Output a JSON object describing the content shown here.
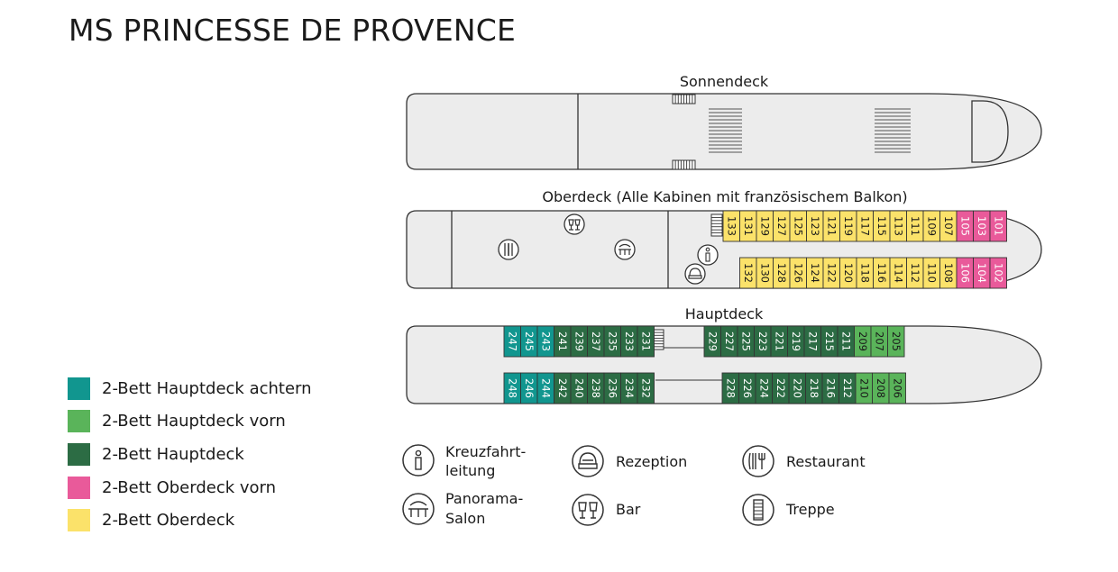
{
  "title": "MS PRINCESSE DE PROVENCE",
  "colors": {
    "aft": "#11968f",
    "front": "#5ab45a",
    "main": "#2c6c44",
    "upper_front": "#e95a9a",
    "upper": "#fbe26a",
    "hull": "#ececec",
    "outline": "#333333"
  },
  "decks": {
    "sonnendeck": "Sonnendeck",
    "oberdeck": "Oberdeck (Alle Kabinen mit französischem Balkon)",
    "hauptdeck": "Hauptdeck"
  },
  "cabins": {
    "ober_top": [
      "133",
      "131",
      "129",
      "127",
      "125",
      "123",
      "121",
      "119",
      "117",
      "115",
      "113",
      "111",
      "109",
      "107",
      "105",
      "103",
      "101"
    ],
    "ober_bottom": [
      "132",
      "130",
      "128",
      "126",
      "124",
      "122",
      "120",
      "118",
      "116",
      "114",
      "112",
      "110",
      "108",
      "106",
      "104",
      "102"
    ],
    "haupt_top_left": [
      "247",
      "245",
      "243",
      "241",
      "239",
      "237",
      "235",
      "233",
      "231"
    ],
    "haupt_top_right": [
      "229",
      "227",
      "225",
      "223",
      "221",
      "219",
      "217",
      "215",
      "211",
      "209",
      "207",
      "205"
    ],
    "haupt_bottom_left": [
      "248",
      "246",
      "244",
      "242",
      "240",
      "238",
      "236",
      "234",
      "232"
    ],
    "haupt_bottom_right": [
      "228",
      "226",
      "224",
      "222",
      "220",
      "218",
      "216",
      "212",
      "210",
      "208",
      "206"
    ]
  },
  "legend": [
    {
      "label": "2-Bett Hauptdeck achtern",
      "color": "#11968f"
    },
    {
      "label": "2-Bett Hauptdeck vorn",
      "color": "#5ab45a"
    },
    {
      "label": "2-Bett Hauptdeck",
      "color": "#2c6c44"
    },
    {
      "label": "2-Bett Oberdeck vorn",
      "color": "#e95a9a"
    },
    {
      "label": "2-Bett Oberdeck",
      "color": "#fbe26a"
    }
  ],
  "symbols": {
    "kreuzfahrtleitung": "Kreuzfahrt-\nleitung",
    "panorama_salon": "Panorama-\nSalon",
    "rezeption": "Rezeption",
    "bar": "Bar",
    "restaurant": "Restaurant",
    "treppe": "Treppe"
  }
}
